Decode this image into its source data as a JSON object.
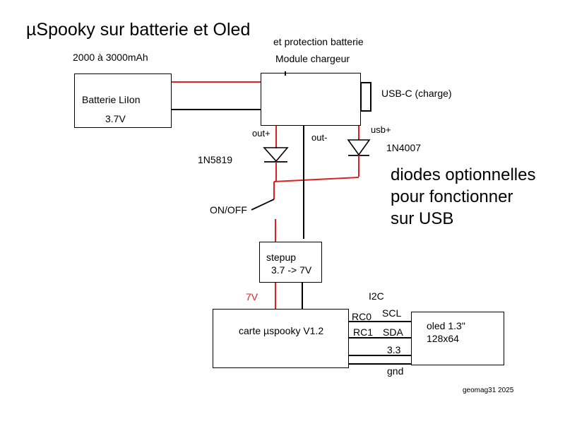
{
  "title": "µSpooky sur batterie et Oled",
  "battery": {
    "capacity": "2000 à 3000mAh",
    "name": "Batterie LiIon",
    "voltage": "3.7V"
  },
  "charger": {
    "line1": "et protection batterie",
    "line2": "Module chargeur",
    "usb_label": "USB-C (charge)"
  },
  "labels": {
    "out_plus": "out+",
    "out_minus": "out-",
    "usb_plus": "usb+"
  },
  "diodes": {
    "d1": "1N5819",
    "d2": "1N4007"
  },
  "switch_label": "ON/OFF",
  "note": [
    "diodes optionnelles",
    "pour fonctionner",
    "sur USB"
  ],
  "stepup": {
    "name": "stepup",
    "ratio": "3.7 -> 7V"
  },
  "seven_v": "7V",
  "board": "carte µspooky V1.2",
  "oled": {
    "line1": "oled 1.3\"",
    "line2": "128x64"
  },
  "bus": {
    "i2c": "I2C",
    "rc0": "RC0",
    "rc1": "RC1",
    "scl": "SCL",
    "sda": "SDA",
    "v33": "3.3",
    "gnd": "gnd"
  },
  "credit": "geomag31 2025",
  "colors": {
    "positive_wire": "#e02020",
    "negative_wire": "#000000"
  }
}
